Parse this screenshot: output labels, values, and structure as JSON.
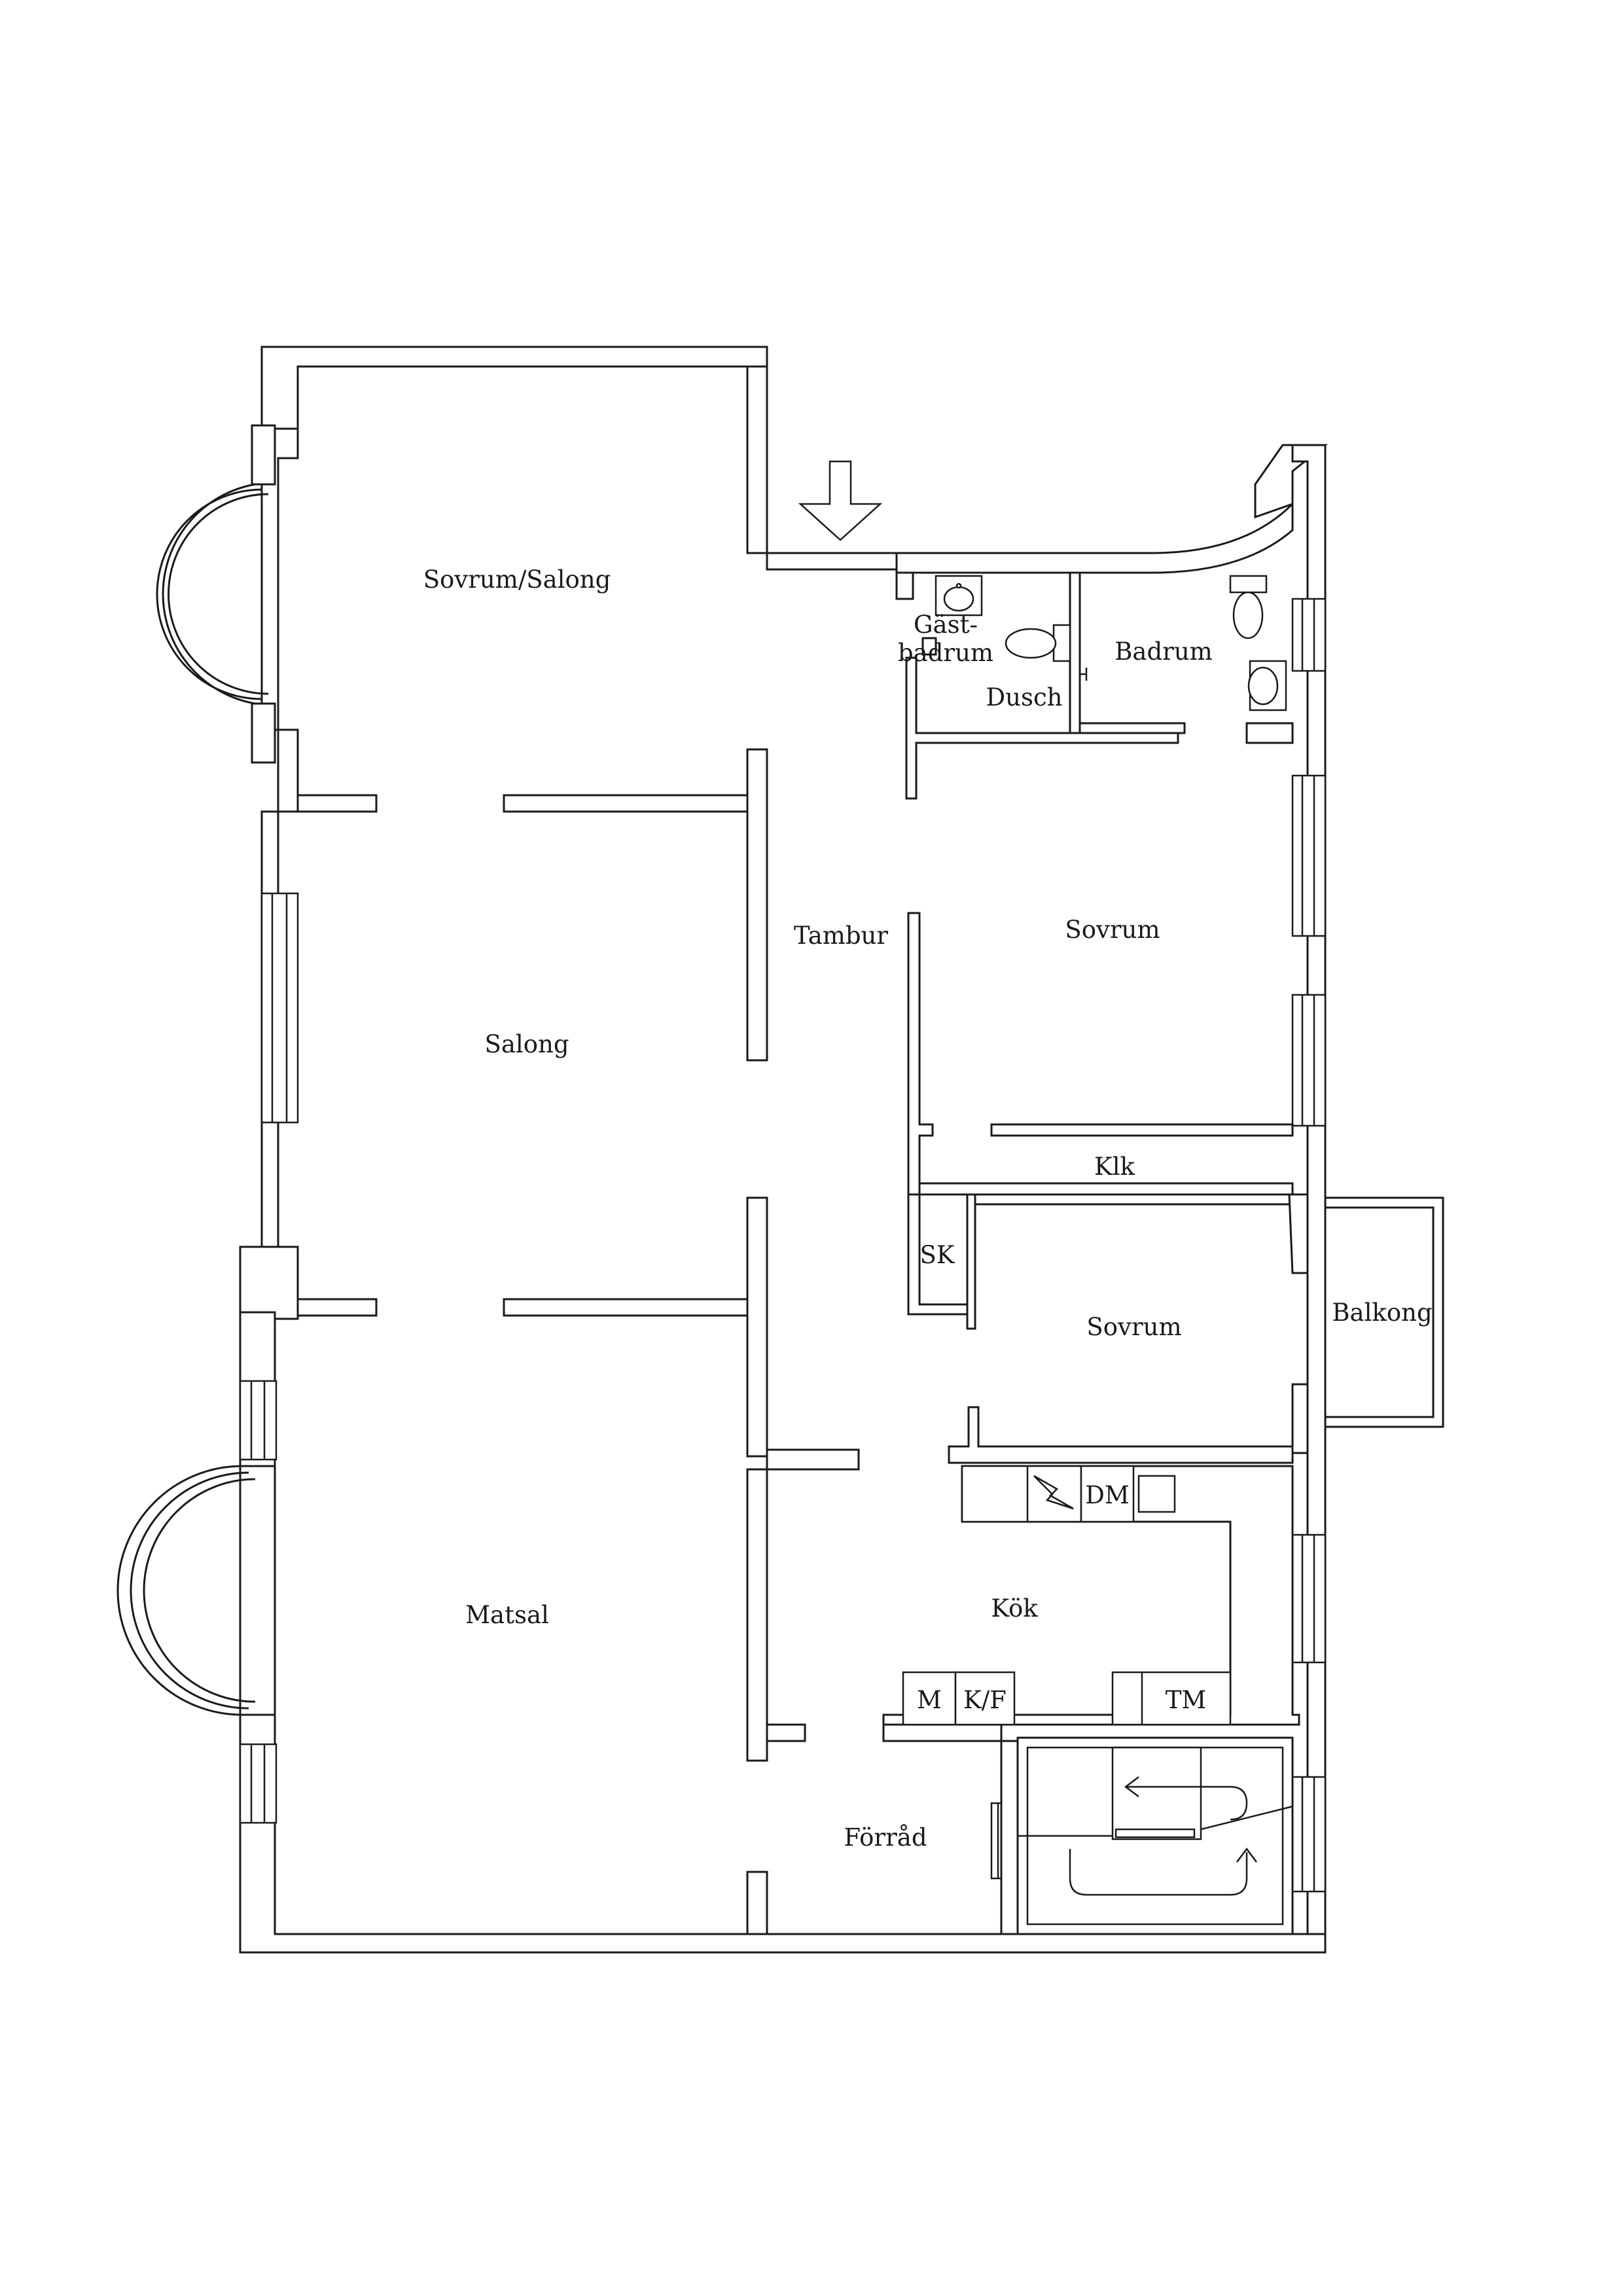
{
  "rooms": {
    "sovrum_salong": "Sovrum/Salong",
    "salong": "Salong",
    "matsal": "Matsal",
    "tambur": "Tambur",
    "gastbadrum_1": "Gäst-",
    "gastbadrum_2": "badrum",
    "dusch": "Dusch",
    "badrum": "Badrum",
    "sovrum_1": "Sovrum",
    "klk": "Klk",
    "sk": "SK",
    "sovrum_2": "Sovrum",
    "balkong": "Balkong",
    "kok": "Kök",
    "forrad": "Förråd"
  },
  "appliances": {
    "dm": "DM",
    "m": "M",
    "kf": "K/F",
    "tm": "TM"
  }
}
